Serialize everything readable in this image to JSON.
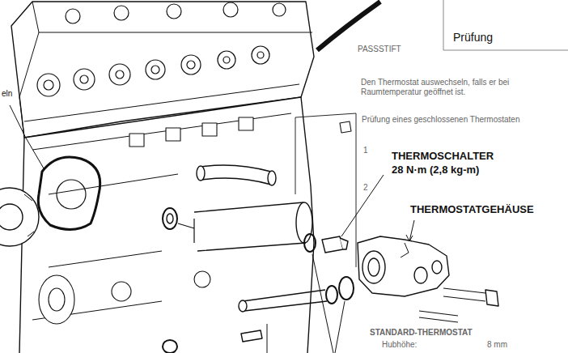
{
  "diagram": {
    "labels": [
      "eln",
      "Prüfung",
      "PASSSTIFT",
      "Den Thermostat auswechseln, falls er bei Raumtemperatur geöffnet ist.",
      "Prüfung eines geschlossenen Thermostaten",
      "1",
      "2",
      "THERMOSCHALTER",
      "28 N·m (2,8 kg-m)",
      "THERMOSTATGEHÄUSE",
      "STANDARD-THERMOSTAT",
      "Hubhöhe:",
      "8 mm"
    ]
  }
}
